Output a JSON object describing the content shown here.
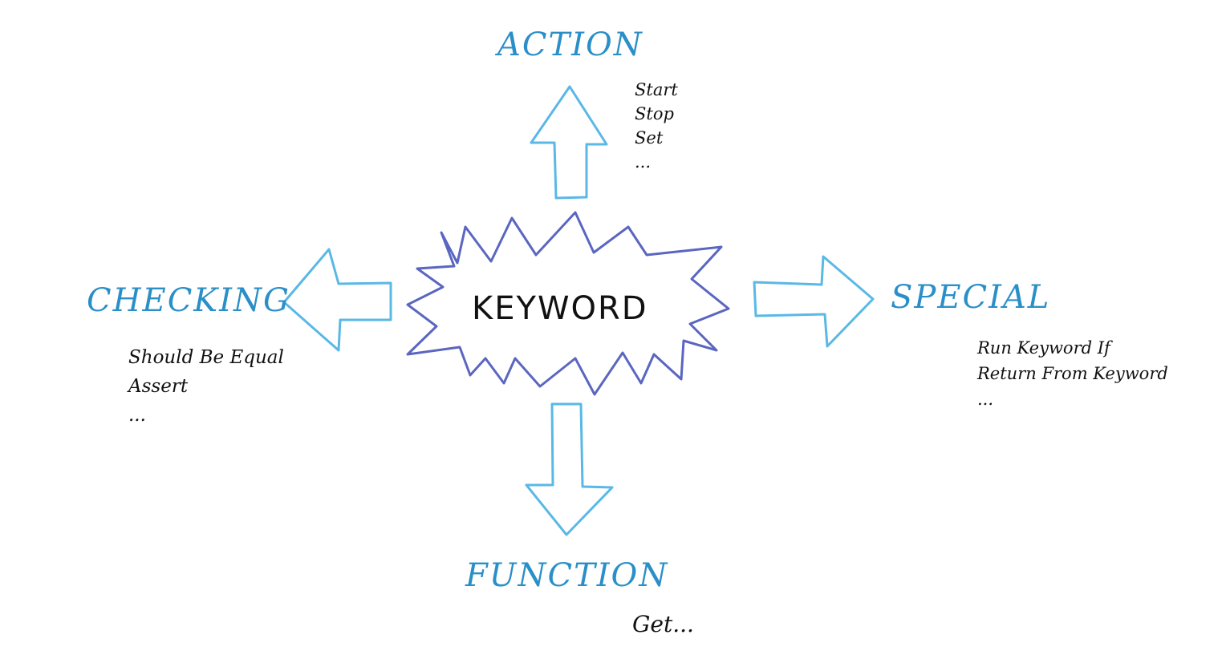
{
  "center": {
    "label": "KEYWORD"
  },
  "categories": {
    "action": {
      "label": "ACTION",
      "examples": [
        "Start",
        "Stop",
        "Set",
        "..."
      ]
    },
    "checking": {
      "label": "CHECKING",
      "examples": [
        "Should Be Equal",
        "Assert",
        "..."
      ]
    },
    "special": {
      "label": "SPECIAL",
      "examples": [
        "Run Keyword If",
        "Return From Keyword",
        "..."
      ]
    },
    "function": {
      "label": "FUNCTION",
      "examples": [
        "Get..."
      ]
    }
  },
  "colors": {
    "category_text": "#2a8fc8",
    "arrow_stroke": "#5ab8e6",
    "burst_stroke": "#5a66c0",
    "example_text": "#111111"
  }
}
